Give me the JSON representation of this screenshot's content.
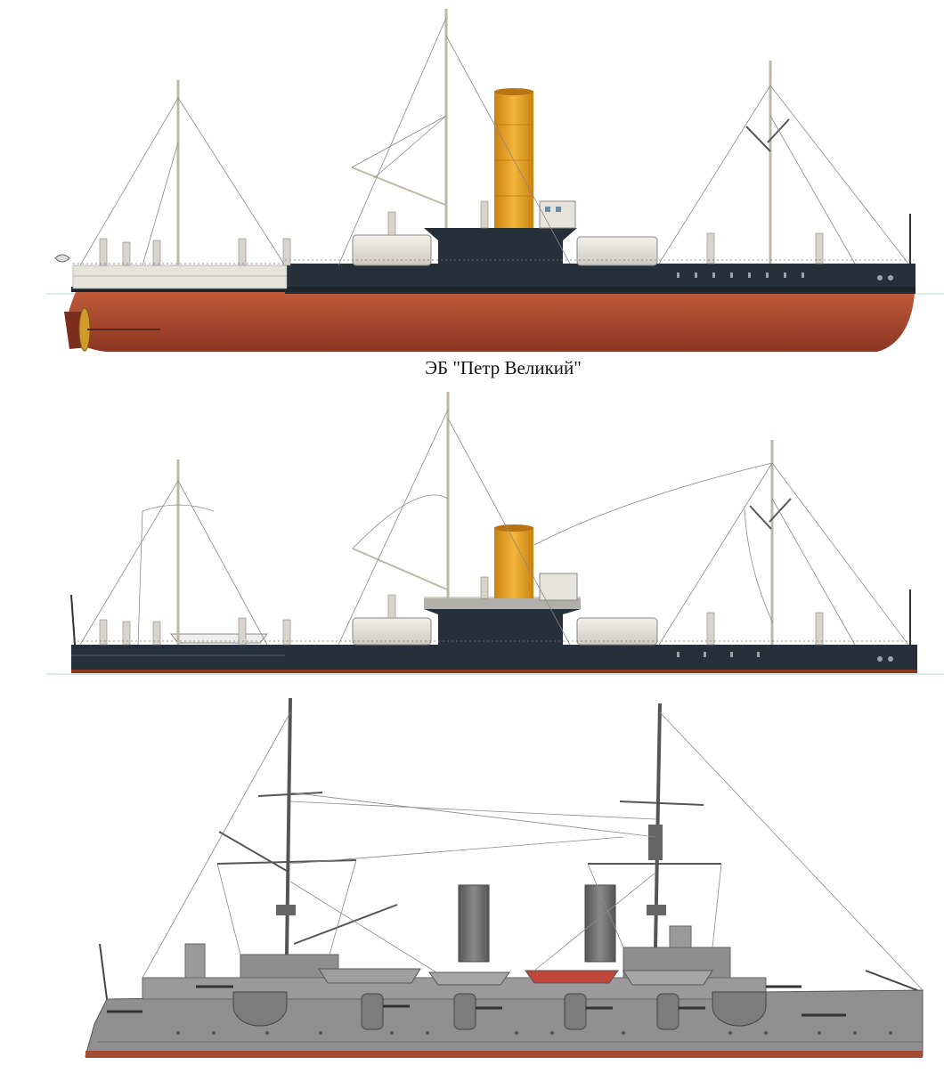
{
  "caption": "ЭБ \"Петр Великий\"",
  "colors": {
    "background": "#ffffff",
    "hull_red": "#a8462c",
    "hull_dark": "#232c34",
    "funnel_yellow": "#e9a11f",
    "superstructure_light": "#e7e4db",
    "hull_grey": "#8e8e8e",
    "funnel_grey": "#6d6d6d",
    "rigging": "#7a7a7a"
  },
  "drawings": [
    {
      "name": "ship-profile-1",
      "description": "full hull with red underwater section"
    },
    {
      "name": "ship-profile-2",
      "description": "waterline profile, dark hull"
    },
    {
      "name": "ship-profile-3",
      "description": "grey modernized battleship profile"
    }
  ]
}
